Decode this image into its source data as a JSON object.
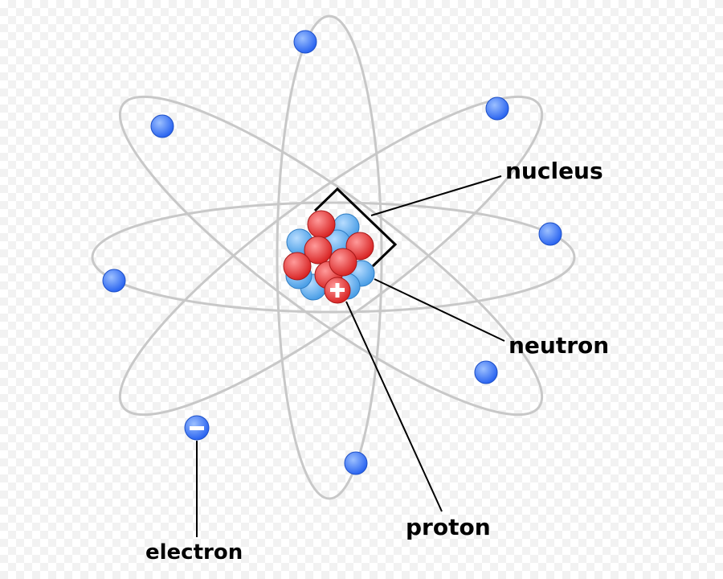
{
  "labels": {
    "nucleus": "nucleus",
    "neutron": "neutron",
    "proton": "proton",
    "electron": "electron"
  },
  "colors": {
    "orbit": "#c8c8c8",
    "electron": "#2a64f0",
    "electron_light": "#9cc0ff",
    "neutron": "#4a9ee6",
    "neutron_light": "#b7dcff",
    "proton": "#d92525",
    "proton_light": "#ff9a9a",
    "leader_line": "#000000"
  },
  "icons": {
    "electron_charge": "minus-icon",
    "proton_charge": "plus-icon"
  }
}
